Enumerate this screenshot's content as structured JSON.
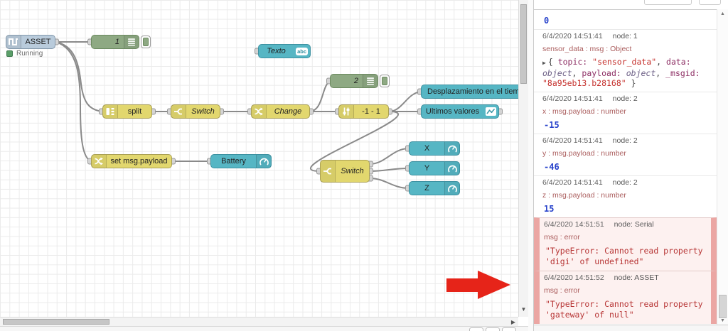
{
  "canvas": {
    "status": {
      "label": "Running",
      "color": "#5a9e68"
    },
    "nodes": {
      "asset": {
        "label": "ASSET"
      },
      "debug1": {
        "label": "1"
      },
      "texto": {
        "label": "Texto",
        "badge": "abc"
      },
      "debug2": {
        "label": "2"
      },
      "split": {
        "label": "split"
      },
      "switch_top": {
        "label": "Switch"
      },
      "change": {
        "label": "Change"
      },
      "range": {
        "label": "-1 - 1"
      },
      "despl": {
        "label": "Desplazamiento en el tiempo"
      },
      "ultimos": {
        "label": "Ultimos valores"
      },
      "set_payload": {
        "label": "set msg.payload"
      },
      "battery": {
        "label": "Battery"
      },
      "switch_bottom": {
        "label": "Switch"
      },
      "gauge_x": {
        "label": "X"
      },
      "gauge_y": {
        "label": "Y"
      },
      "gauge_z": {
        "label": "Z"
      }
    },
    "node_colors": {
      "yellow": "#e2d76e",
      "teal": "#56b6c4",
      "green": "#8ea983",
      "blue": "#b9cbdb"
    }
  },
  "annotations": {
    "arrow_color": "#e62419"
  },
  "scrollbars": {
    "up": "▲",
    "down": "▼",
    "right": "▶"
  },
  "debug": {
    "messages": [
      {
        "value": "0"
      },
      {
        "timestamp": "6/4/2020 14:51:41",
        "source": "node: 1",
        "property": "sensor_data : msg : Object",
        "toggle": "▶",
        "object_segments": [
          {
            "t": "{ ",
            "c": "seg-plain"
          },
          {
            "t": "topic: ",
            "c": "seg-key"
          },
          {
            "t": "\"sensor_data\"",
            "c": "seg-str"
          },
          {
            "t": ", ",
            "c": "seg-plain"
          },
          {
            "t": "data: ",
            "c": "seg-key"
          },
          {
            "t": "object",
            "c": "seg-obj"
          },
          {
            "t": ", ",
            "c": "seg-plain"
          },
          {
            "t": "payload: ",
            "c": "seg-key"
          },
          {
            "t": "object",
            "c": "seg-obj"
          },
          {
            "t": ", ",
            "c": "seg-plain"
          },
          {
            "t": "_msgid: ",
            "c": "seg-key"
          },
          {
            "t": "\"8a95eb13.b28168\"",
            "c": "seg-str"
          },
          {
            "t": " }",
            "c": "seg-plain"
          }
        ]
      },
      {
        "timestamp": "6/4/2020 14:51:41",
        "source": "node: 2",
        "property": "x : msg.payload : number",
        "value": "-15"
      },
      {
        "timestamp": "6/4/2020 14:51:41",
        "source": "node: 2",
        "property": "y : msg.payload : number",
        "value": "-46"
      },
      {
        "timestamp": "6/4/2020 14:51:41",
        "source": "node: 2",
        "property": "z : msg.payload : number",
        "value": "15"
      },
      {
        "timestamp": "6/4/2020 14:51:51",
        "source": "node: Serial",
        "property": "msg : error",
        "value": "\"TypeError: Cannot read property 'digi' of undefined\""
      },
      {
        "timestamp": "6/4/2020 14:51:52",
        "source": "node: ASSET",
        "property": "msg : error",
        "value": "\"TypeError: Cannot read property 'gateway' of null\""
      }
    ]
  }
}
